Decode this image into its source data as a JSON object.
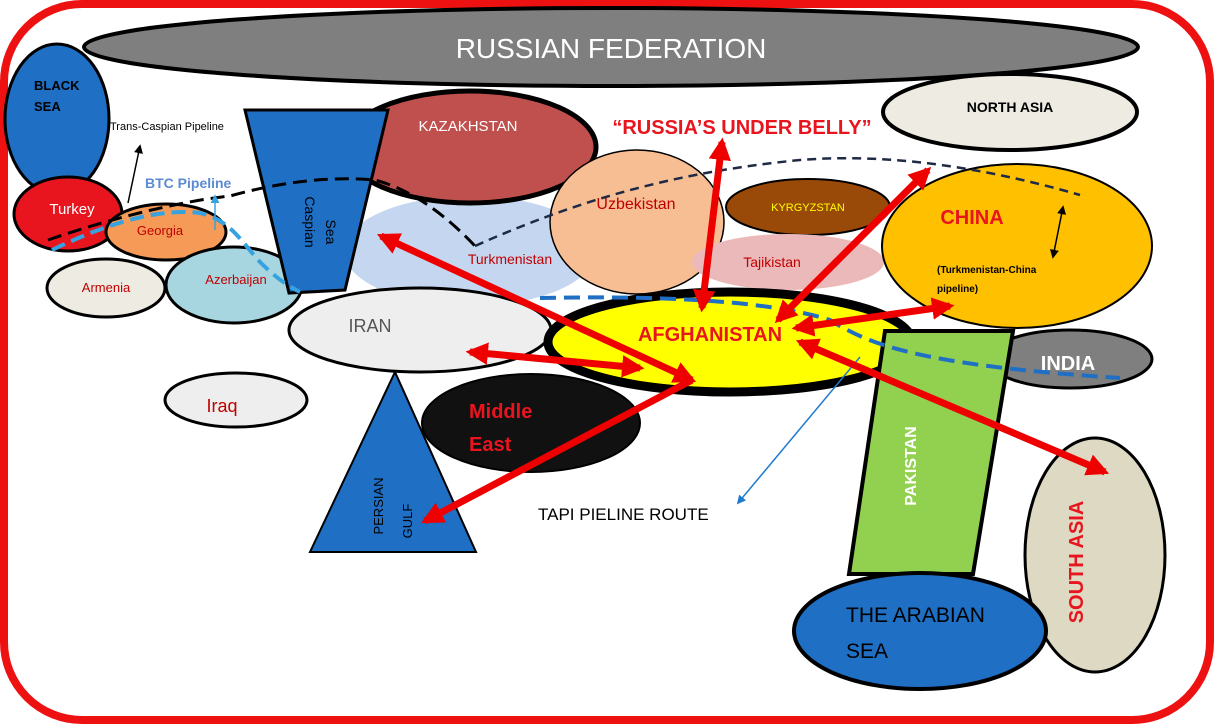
{
  "regions": {
    "russia": "RUSSIAN FEDERATION",
    "black_sea": [
      "BLACK",
      "SEA"
    ],
    "turkey": "Turkey",
    "georgia": "Georgia",
    "armenia": "Armenia",
    "azerbaijan": "Azerbaijan",
    "caspian": [
      "Caspian",
      "Sea"
    ],
    "kazakhstan": "KAZAKHSTAN",
    "uzbekistan": "Uzbekistan",
    "kyrgyzstan": "KYRGYZSTAN",
    "tajikistan": "Tajikistan",
    "turkmenistan": "Turkmenistan",
    "north_asia": "NORTH ASIA",
    "china": "CHINA",
    "china_note": [
      "(Turkmenistan-China",
      "pipeline)"
    ],
    "iran": "IRAN",
    "iraq": "Iraq",
    "afghanistan": "AFGHANISTAN",
    "middle_east": [
      "Middle",
      "East"
    ],
    "persian_gulf": [
      "PERSIAN",
      "GULF"
    ],
    "india": "INDIA",
    "pakistan": "PAKISTAN",
    "arabian_sea": [
      "THE ARABIAN",
      "SEA"
    ],
    "south_asia": "SOUTH ASIA"
  },
  "labels": {
    "trans_caspian": "Trans-Caspian Pipeline",
    "btc": "BTC Pipeline",
    "underbelly": "“RUSSIA’S UNDER BELLY”",
    "tapi": "TAPI PIELINE ROUTE"
  },
  "colors": {
    "frame": "#ee1111",
    "arrow": "#ee0000",
    "russia": "#7f7f7f",
    "black_sea": "#1f6fc4",
    "turkey": "#e8141e",
    "georgia": "#f59a57",
    "armenia": "#eeebe3",
    "azerbaijan": "#a8d6e0",
    "caspian": "#1f6fc4",
    "kazakhstan": "#c0504d",
    "uzbekistan": "#f7be94",
    "kyrgyzstan": "#9a4a08",
    "tajikistan": "#ebb9b9",
    "turkmenistan": "#c5d7f0",
    "north_asia": "#eeebe3",
    "china": "#ffc000",
    "iran": "#eeeeee",
    "iraq": "#eeeeee",
    "afghanistan": "#ffff00",
    "middle_east": "#111111",
    "persian_gulf": "#1f6fc4",
    "india": "#7f7f7f",
    "pakistan": "#92d050",
    "arabian_sea": "#1f6fc4",
    "south_asia": "#ddd9c3"
  }
}
